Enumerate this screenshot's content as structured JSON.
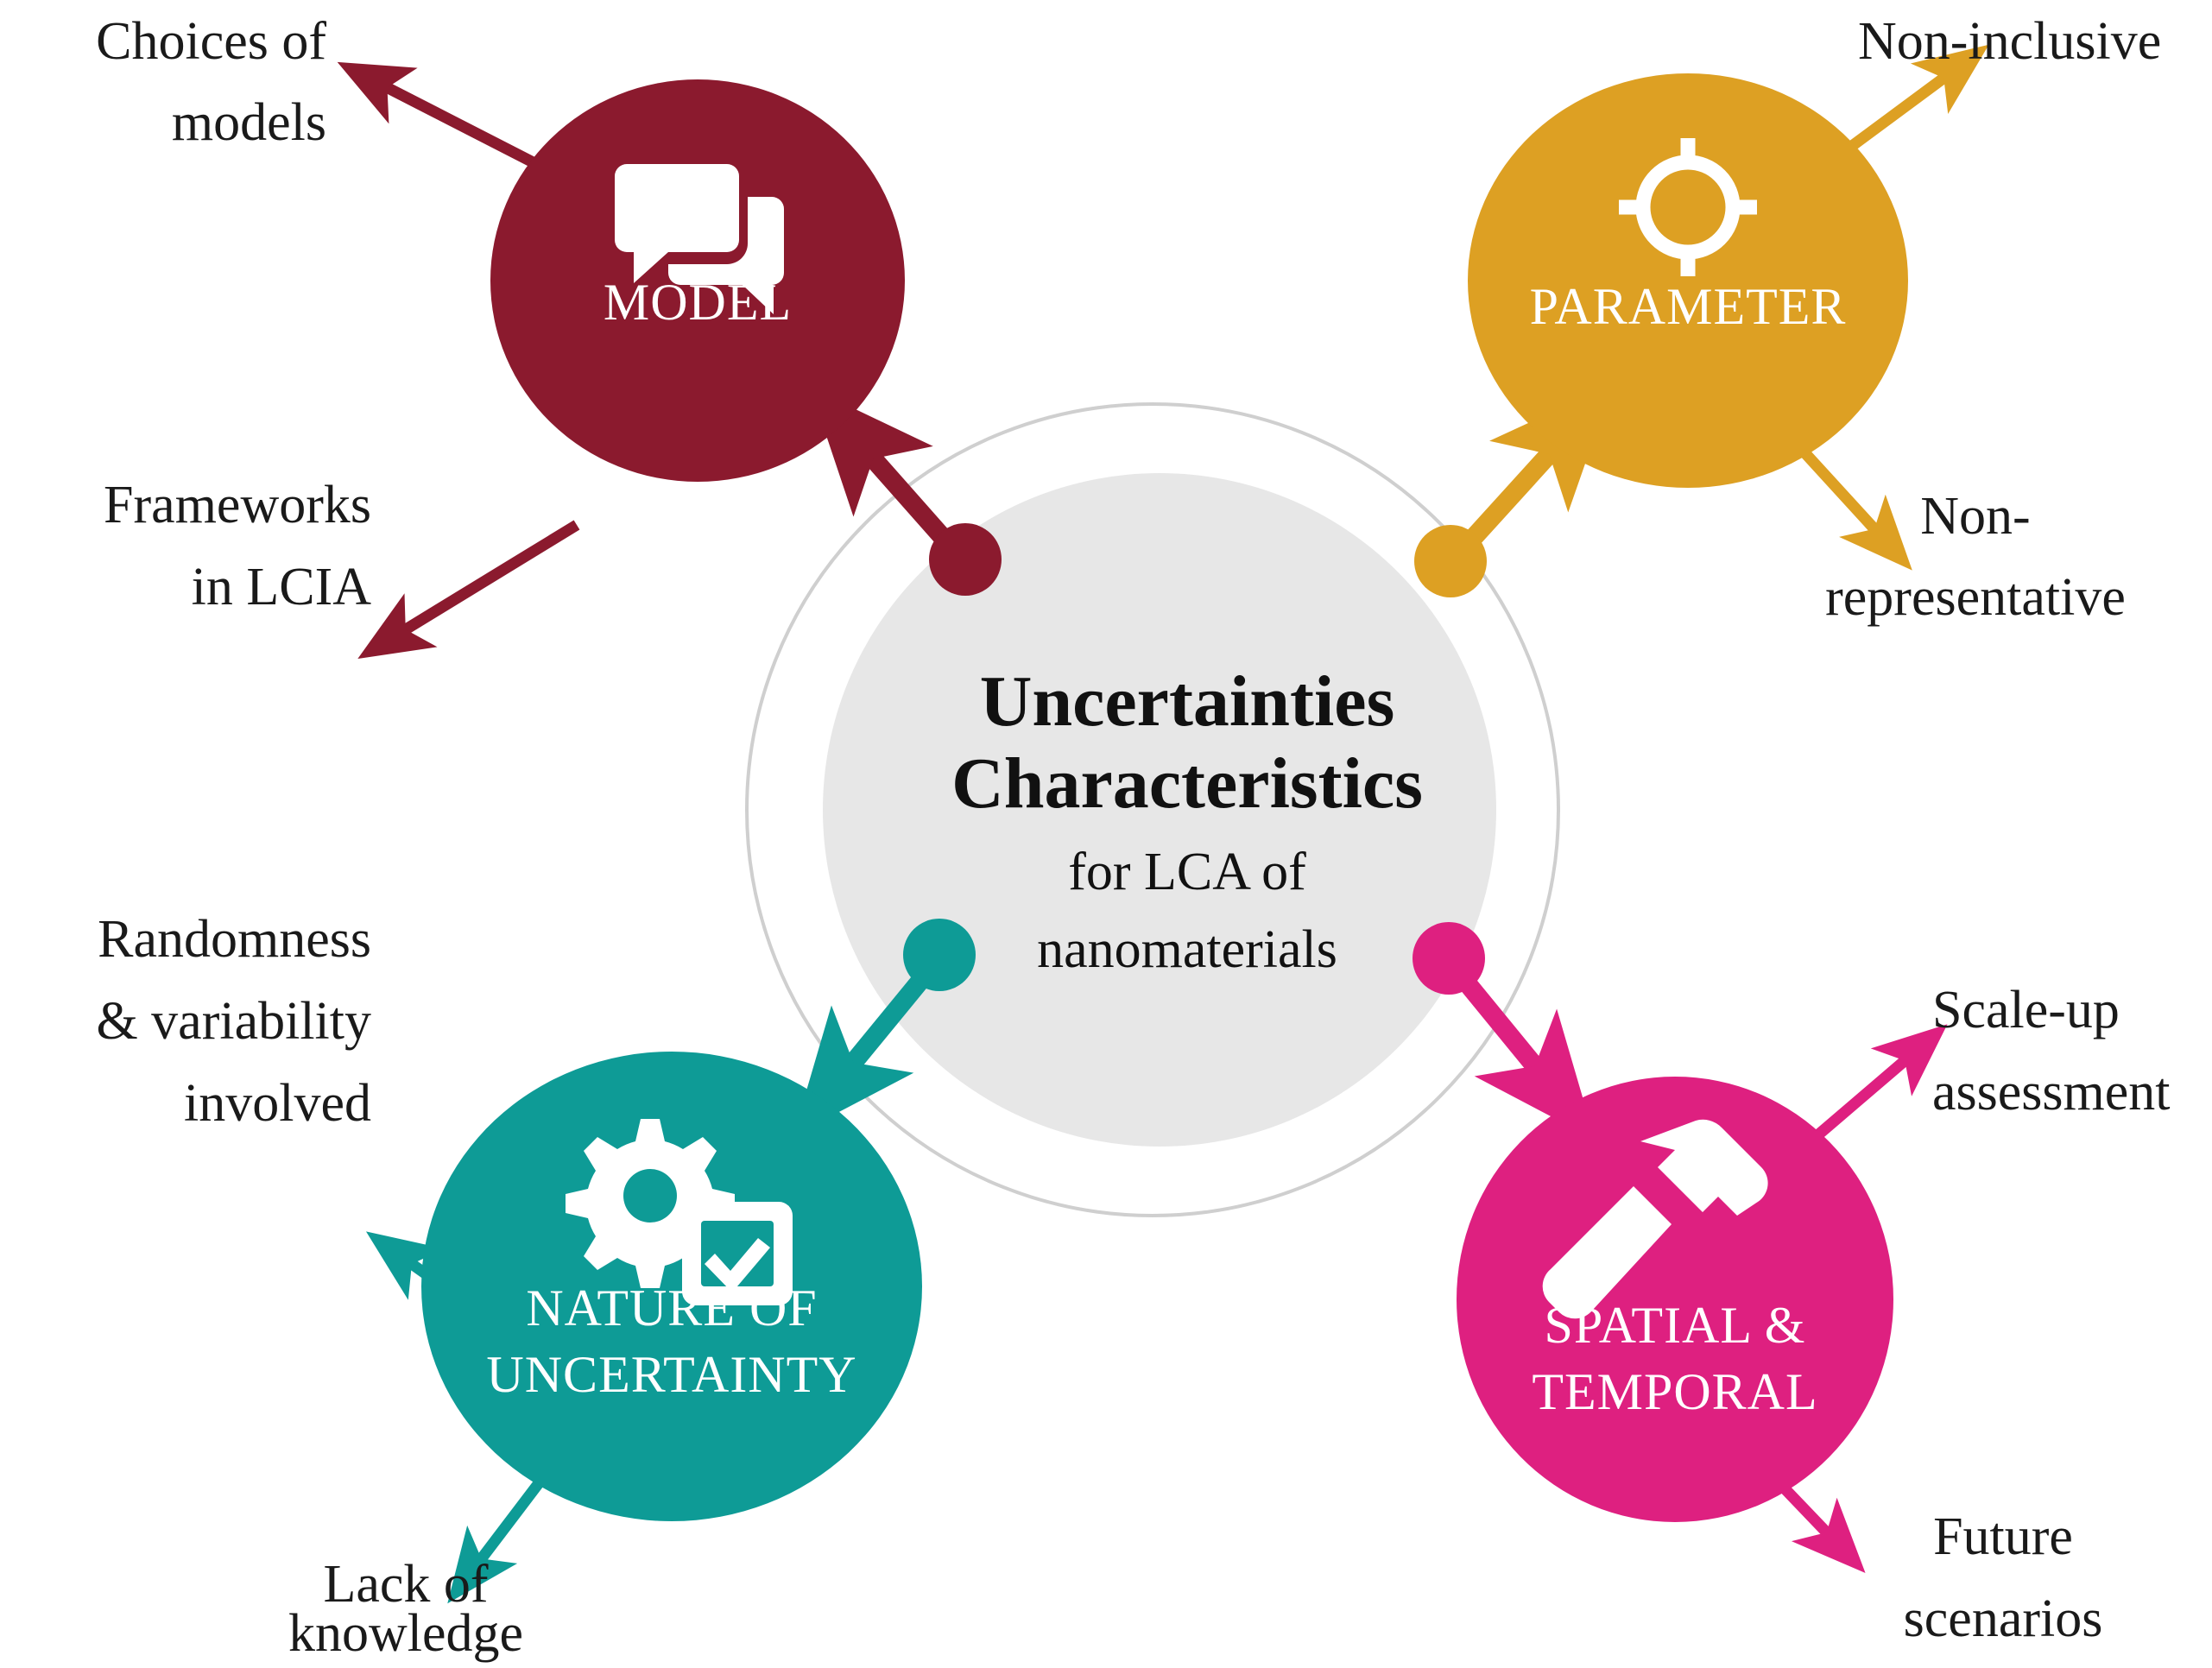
{
  "diagram": {
    "type": "mind-map",
    "background": "#ffffff",
    "center": {
      "title_line1": "Uncertainties",
      "title_line2": "Characteristics",
      "subtitle_line1": "for LCA of",
      "subtitle_line2": "nanomaterials",
      "inner_fill": "#e7e7e7",
      "ring_stroke": "#cfcfcf"
    },
    "branches": [
      {
        "id": "model",
        "label_line1": "MODEL",
        "label_line2": "",
        "color": "#8B1A2E",
        "icon": "speech-bubbles-icon",
        "leaves": [
          {
            "id": "choices-of-models",
            "lines": [
              "Choices of",
              "models"
            ],
            "align": "right"
          },
          {
            "id": "frameworks-in-lcia",
            "lines": [
              "Frameworks",
              "in LCIA"
            ],
            "align": "right"
          }
        ]
      },
      {
        "id": "parameter",
        "label_line1": "PARAMETER",
        "label_line2": "",
        "color": "#DDA023",
        "icon": "crosshair-target-icon",
        "leaves": [
          {
            "id": "non-inclusive",
            "lines": [
              "Non-inclusive"
            ],
            "align": "left"
          },
          {
            "id": "non-representative",
            "lines": [
              "Non-",
              "representative"
            ],
            "align": "center"
          }
        ]
      },
      {
        "id": "nature-of-uncertainty",
        "label_line1": "NATURE OF",
        "label_line2": "UNCERTAINTY",
        "color": "#0E9B96",
        "icon": "gear-checkbox-icon",
        "leaves": [
          {
            "id": "randomness-variability",
            "lines": [
              "Randomness",
              "& variability",
              "involved"
            ],
            "align": "right"
          },
          {
            "id": "lack-of-knowledge",
            "lines": [
              "Lack of",
              "knowledge"
            ],
            "align": "center"
          }
        ]
      },
      {
        "id": "spatial-temporal",
        "label_line1": "SPATIAL &",
        "label_line2": "TEMPORAL",
        "color": "#DE2080",
        "icon": "hammer-icon",
        "leaves": [
          {
            "id": "scale-up-assessment",
            "lines": [
              "Scale-up",
              "assessment"
            ],
            "align": "left"
          },
          {
            "id": "future-scenarios",
            "lines": [
              "Future",
              "scenarios"
            ],
            "align": "center"
          }
        ]
      }
    ]
  },
  "text": {
    "center_title_1": "Uncertainties",
    "center_title_2": "Characteristics",
    "center_sub_1": "for LCA of",
    "center_sub_2": "nanomaterials",
    "model_label": "MODEL",
    "parameter_label": "PARAMETER",
    "nature_label_1": "NATURE OF",
    "nature_label_2": "UNCERTAINTY",
    "spatial_label_1": "SPATIAL &",
    "spatial_label_2": "TEMPORAL",
    "choices_1": "Choices of",
    "choices_2": "models",
    "frameworks_1": "Frameworks",
    "frameworks_2": "in LCIA",
    "noninclusive_1": "Non-inclusive",
    "nonrep_1": "Non-",
    "nonrep_2": "representative",
    "random_1": "Randomness",
    "random_2": "& variability",
    "random_3": "involved",
    "lack_1": "Lack of",
    "lack_2": "knowledge",
    "scaleup_1": "Scale-up",
    "scaleup_2": "assessment",
    "future_1": "Future",
    "future_2": "scenarios"
  },
  "colors": {
    "model": "#8B1A2E",
    "parameter": "#DDA023",
    "nature": "#0E9B96",
    "spatial": "#DE2080",
    "center_fill": "#e7e7e7",
    "center_ring": "#cfcfcf",
    "text": "#1a1a1a",
    "icon": "#ffffff",
    "background": "#ffffff"
  }
}
